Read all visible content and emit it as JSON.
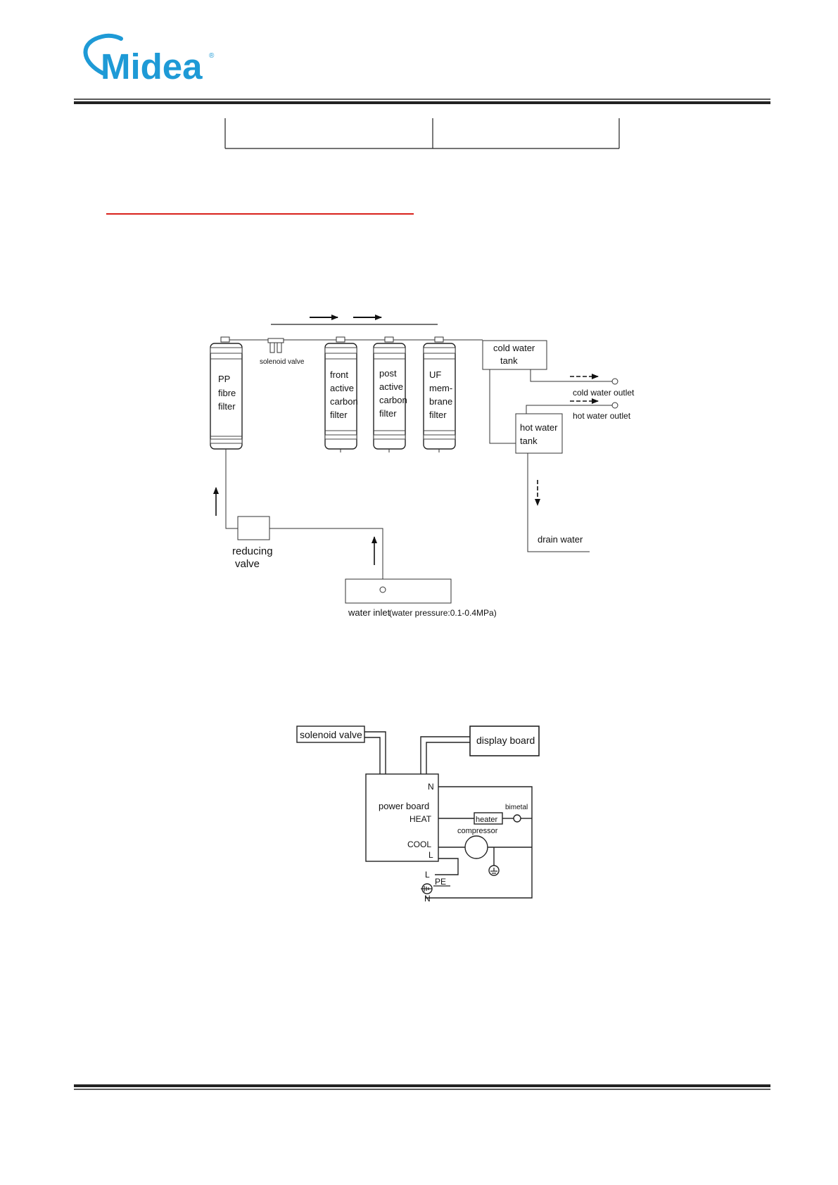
{
  "header": {
    "logo_text": "Midea",
    "registered_mark": "®"
  },
  "colors": {
    "brand": "#1e9ad6",
    "accent_line": "#d9221c",
    "ink": "#111111"
  },
  "water_diagram": {
    "solenoid_valve": "solenoid valve",
    "pp_filter": [
      "PP",
      "fibre",
      "filter"
    ],
    "front_filter": [
      "front",
      "active",
      "carbon",
      "filter"
    ],
    "post_filter": [
      "post",
      "active",
      "carbon",
      "filter"
    ],
    "uf_filter": [
      "UF",
      "mem-",
      "brane",
      "filter"
    ],
    "cold_tank": [
      "cold water",
      "tank"
    ],
    "hot_tank": [
      "hot water",
      "tank"
    ],
    "cold_outlet": "cold water outlet",
    "hot_outlet": "hot water outlet",
    "drain": "drain water",
    "reducing_valve": [
      "reducing",
      "valve"
    ],
    "water_inlet": "water inlet",
    "water_pressure": "(water pressure:0.1-0.4MPa)"
  },
  "wiring_diagram": {
    "solenoid_valve": "solenoid valve",
    "display_board": "display board",
    "power_board": "power board",
    "terminal_n": "N",
    "terminal_heat": "HEAT",
    "terminal_cool": "COOL",
    "terminal_l": "L",
    "heater": "heater",
    "bimetal": "bimetal",
    "compressor": "compressor",
    "mains_l": "L",
    "mains_pe": "PE",
    "mains_n": "N"
  }
}
